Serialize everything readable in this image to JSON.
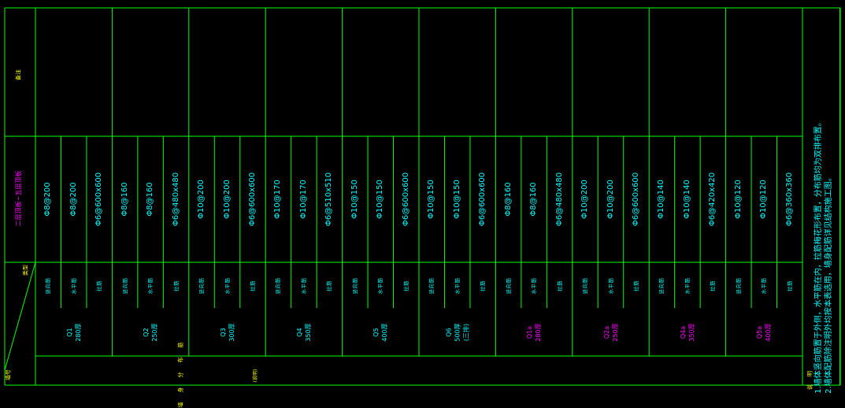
{
  "header": {
    "remarks_label": "备注",
    "floor_range": "二层顶板~五层顶板",
    "type_label": "类型",
    "wall_label": "墙号",
    "grid_title_text": "墙身分布筋",
    "grid_title_note": "(说明)"
  },
  "walls": [
    {
      "name": "Q1",
      "thickness": "280厚",
      "sub": "",
      "name_color": "#00ffff",
      "types": [
        "竖向筋",
        "水平筋",
        "拉筋"
      ],
      "rebars": [
        "Φ8@200",
        "Φ8@200",
        "Φ6@600x600"
      ]
    },
    {
      "name": "Q2",
      "thickness": "250厚",
      "sub": "",
      "name_color": "#00ffff",
      "types": [
        "竖向筋",
        "水平筋",
        "拉筋"
      ],
      "rebars": [
        "Φ8@160",
        "Φ8@160",
        "Φ6@480x480"
      ]
    },
    {
      "name": "Q3",
      "thickness": "300厚",
      "sub": "",
      "name_color": "#00ffff",
      "types": [
        "竖向筋",
        "水平筋",
        "拉筋"
      ],
      "rebars": [
        "Φ10@200",
        "Φ10@200",
        "Φ6@600x600"
      ]
    },
    {
      "name": "Q4",
      "thickness": "350厚",
      "sub": "",
      "name_color": "#00ffff",
      "types": [
        "竖向筋",
        "水平筋",
        "拉筋"
      ],
      "rebars": [
        "Φ10@170",
        "Φ10@170",
        "Φ6@510x510"
      ]
    },
    {
      "name": "Q5",
      "thickness": "400厚",
      "sub": "",
      "name_color": "#00ffff",
      "types": [
        "竖向筋",
        "水平筋",
        "拉筋"
      ],
      "rebars": [
        "Φ10@150",
        "Φ10@150",
        "Φ6@600x600"
      ]
    },
    {
      "name": "Q6",
      "thickness": "500厚",
      "sub": "(三排)",
      "name_color": "#00ffff",
      "types": [
        "竖向筋",
        "水平筋",
        "拉筋"
      ],
      "rebars": [
        "Φ10@150",
        "Φ10@150",
        "Φ6@600x600"
      ]
    },
    {
      "name": "Q1a",
      "thickness": "280厚",
      "sub": "",
      "name_color": "#ff00ff",
      "types": [
        "竖向筋",
        "水平筋",
        "拉筋"
      ],
      "rebars": [
        "Φ8@160",
        "Φ8@160",
        "Φ6@480x480"
      ]
    },
    {
      "name": "Q2a",
      "thickness": "250厚",
      "sub": "",
      "name_color": "#ff00ff",
      "types": [
        "竖向筋",
        "水平筋",
        "拉筋"
      ],
      "rebars": [
        "Φ10@200",
        "Φ10@200",
        "Φ6@600x600"
      ]
    },
    {
      "name": "Q4a",
      "thickness": "350厚",
      "sub": "",
      "name_color": "#ff00ff",
      "types": [
        "竖向筋",
        "水平筋",
        "拉筋"
      ],
      "rebars": [
        "Φ10@140",
        "Φ10@140",
        "Φ6@420x420"
      ]
    },
    {
      "name": "Q5a",
      "thickness": "400厚",
      "sub": "",
      "name_color": "#ff00ff",
      "types": [
        "竖向筋",
        "水平筋",
        "拉筋"
      ],
      "rebars": [
        "Φ10@120",
        "Φ10@120",
        "Φ6@360x360"
      ]
    }
  ],
  "notes": {
    "title": "说明",
    "line1": "1.墙体竖向筋置于外侧，水平筋在内，拉筋梅花形布置，分布筋均为双排布置。",
    "line2": "2.墙体配筋除注明外均按本表选用，墙身配筋详见结构施工图。"
  },
  "colors": {
    "grid": "#00ff00",
    "text": "#00ffff",
    "accent": "#ff00ff",
    "label": "#ffff00",
    "background": "#000000"
  }
}
